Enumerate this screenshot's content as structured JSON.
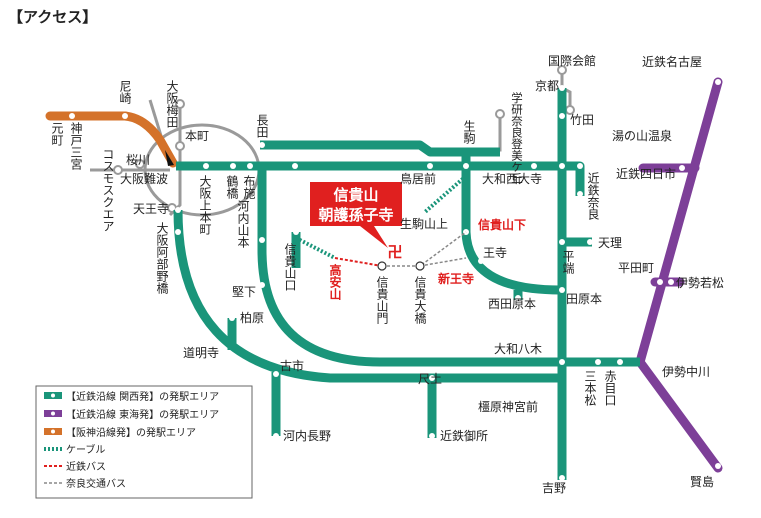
{
  "title": "【アクセス】",
  "temple": {
    "line1": "信貴山",
    "line2": "朝護孫子寺",
    "mark": "卍"
  },
  "colors": {
    "kintetsu_kansai": "#1a957a",
    "kintetsu_tokai": "#7d3f98",
    "hanshin": "#d4722a",
    "accent_red": "#e0201f"
  },
  "stations": {
    "kokusai_kaikan": "国際会館",
    "kintetsu_nagoya": "近鉄名古屋",
    "amagasaki": "尼崎",
    "osaka_umeda": "大阪梅田",
    "gakkentoshi": "学研奈良登美ケ丘",
    "kyoto": "京都",
    "takeda": "竹田",
    "motomachi": "元町",
    "kobe_sannomiya": "神戸三宮",
    "honmachi": "本町",
    "nagata": "長田",
    "ikoma": "生駒",
    "yunoyama": "湯の山温泉",
    "cosmo_square": "コスモスクエア",
    "sakuragawa": "桜川",
    "osaka_namba": "大阪難波",
    "osaka_uehommachi": "大阪上本町",
    "tsuruhashi": "鶴橋",
    "fuse": "布施",
    "toriimae": "鳥居前",
    "yamato_saidaiji": "大和西大寺",
    "kintetsu_yokkaichi": "近鉄四日市",
    "kintetsu_nara": "近鉄奈良",
    "tennoji": "天王寺",
    "osaka_abenobashi": "大阪阿部野橋",
    "kawachi_yamamoto": "河内山本",
    "ikoma_sanjo": "生駒山上",
    "shigisan_shita": "信貴山下",
    "tenri": "天理",
    "shigisanguchi": "信貴山口",
    "takayasuyama": "高安山",
    "shigisanmon": "信貴山門",
    "shigi_ohashi": "信貴大橋",
    "oji": "王寺",
    "shin_oji": "新王寺",
    "hirabata": "平端",
    "hiratacho": "平田町",
    "ise_wakamatsu": "伊勢若松",
    "kashiwara_haibara": "柏原",
    "nishitawaramoto": "西田原本",
    "tawaramoto": "田原本",
    "katashimo": "堅下",
    "domyoji": "道明寺",
    "yamato_yagi": "大和八木",
    "ise_nakagawa": "伊勢中川",
    "furuichi": "古市",
    "sambonmatsu": "三本松",
    "akame": "赤目口",
    "shakudo": "尺土",
    "kashiharajingumae": "橿原神宮前",
    "kawachinagano": "河内長野",
    "kintetsu_gose": "近鉄御所",
    "yoshino": "吉野",
    "kashikojima": "賢島"
  },
  "legend": [
    {
      "label": "【近鉄沿線 関西発】の発駅エリア",
      "kind": "kansai"
    },
    {
      "label": "【近鉄沿線 東海発】の発駅エリア",
      "kind": "tokai"
    },
    {
      "label": "【阪神沿線発】の発駅エリア",
      "kind": "hanshin"
    },
    {
      "label": "ケーブル",
      "kind": "cable"
    },
    {
      "label": "近鉄バス",
      "kind": "kintetsu_bus"
    },
    {
      "label": "奈良交通バス",
      "kind": "nara_bus"
    }
  ]
}
